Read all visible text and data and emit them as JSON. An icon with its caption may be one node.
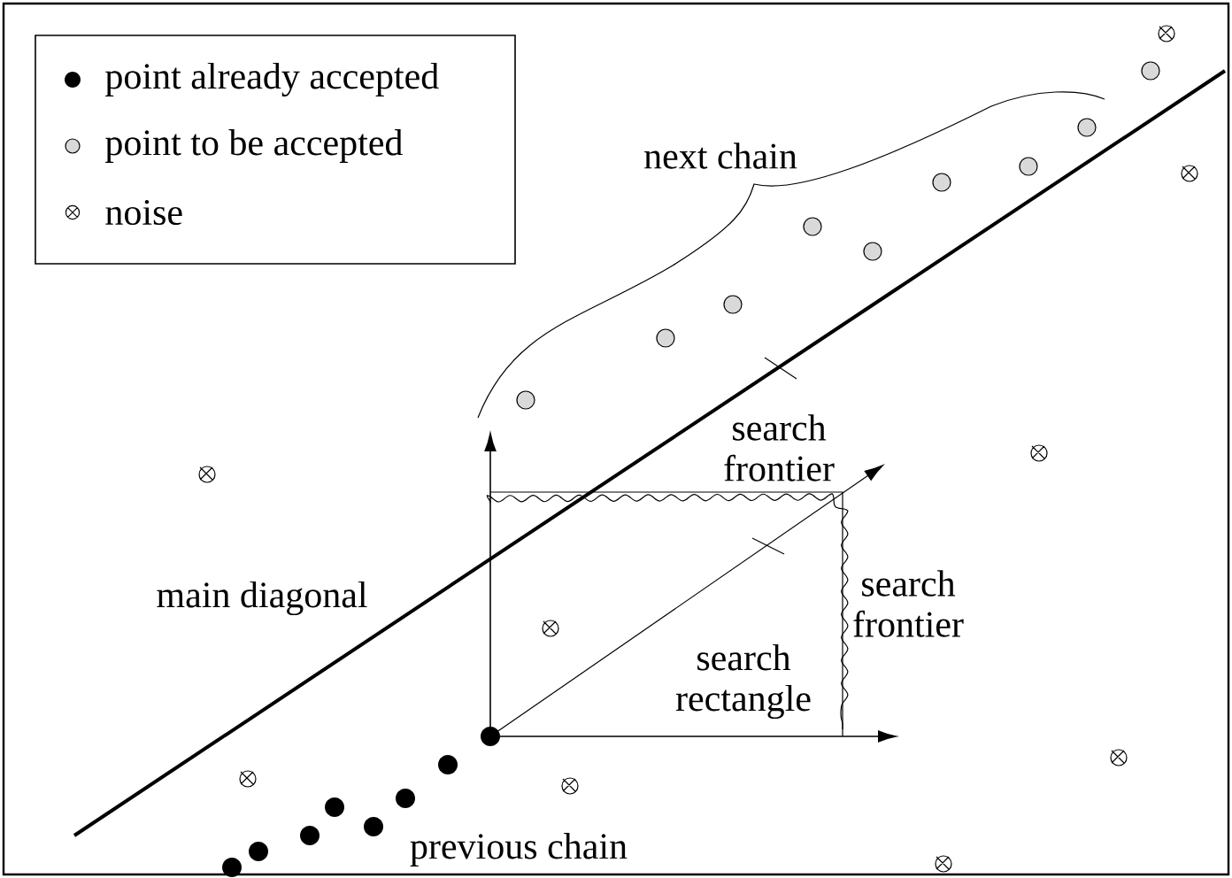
{
  "diagram": {
    "labels": [
      "next chain",
      "search frontier",
      "search frontier",
      "main diagonal",
      "search rectangle",
      "previous chain"
    ],
    "legend": [
      {
        "text": "point already accepted"
      },
      {
        "text": "point to be accepted"
      },
      {
        "text": "noise"
      }
    ]
  }
}
